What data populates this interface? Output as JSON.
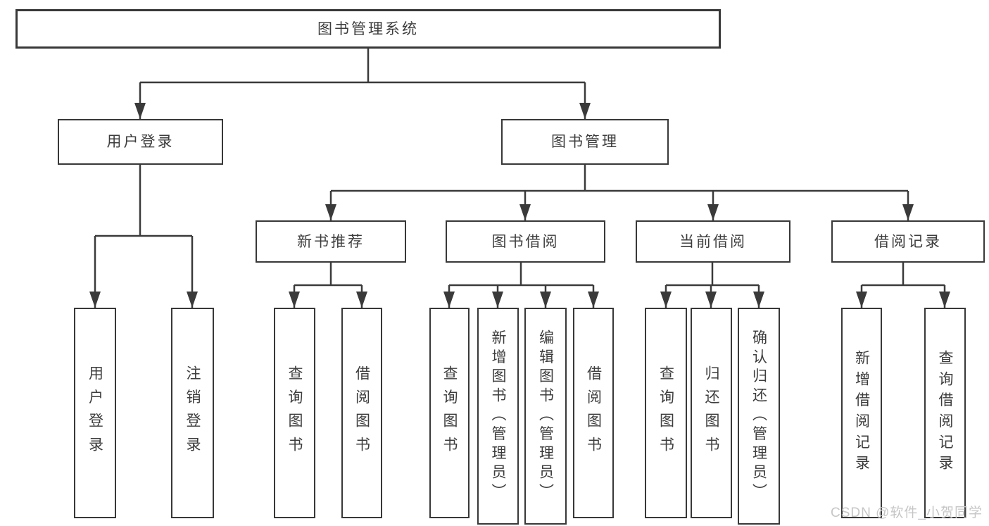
{
  "tree": {
    "label": "图书管理系统",
    "children": [
      {
        "label": "用户登录",
        "children": [
          {
            "label": "用户登录"
          },
          {
            "label": "注销登录"
          }
        ]
      },
      {
        "label": "图书管理",
        "children": [
          {
            "label": "新书推荐",
            "children": [
              {
                "label": "查询图书"
              },
              {
                "label": "借阅图书"
              }
            ]
          },
          {
            "label": "图书借阅",
            "children": [
              {
                "label": "查询图书"
              },
              {
                "label": "新增图书（管理员）"
              },
              {
                "label": "编辑图书（管理员）"
              },
              {
                "label": "借阅图书"
              }
            ]
          },
          {
            "label": "当前借阅",
            "children": [
              {
                "label": "查询图书"
              },
              {
                "label": "归还图书"
              },
              {
                "label": "确认归还（管理员）"
              }
            ]
          },
          {
            "label": "借阅记录",
            "children": [
              {
                "label": "新增借阅记录"
              },
              {
                "label": "查询借阅记录"
              }
            ]
          }
        ]
      }
    ]
  },
  "watermark": "CSDN @软件_小贺同学",
  "colors": {
    "line": "#3a3a3a",
    "box_border": "#383838",
    "text": "#3d3d3d",
    "watermark": "#c6c6c6",
    "background": "#ffffff"
  }
}
